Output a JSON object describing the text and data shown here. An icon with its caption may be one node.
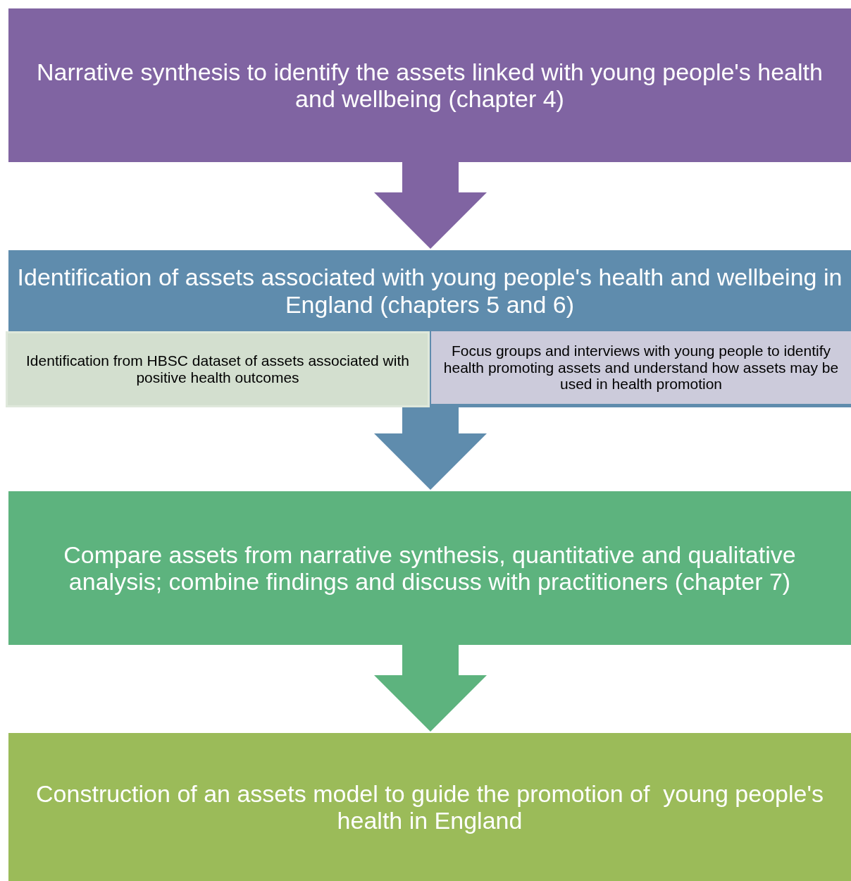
{
  "diagram": {
    "nodes": [
      {
        "text": [
          "Narrative synthesis to identify the assets linked with young people's health and wellbeing (chapter 4)"
        ]
      },
      {
        "text": [
          "Identification of assets associated with young people's health and wellbeing in England (chapters 5 and 6)"
        ]
      },
      {
        "text": [
          "Identification from HBSC dataset of assets associated with positive health outcomes"
        ],
        "in": 1
      },
      {
        "text": [
          "Focus groups and interviews with young people to identify health promoting assets and understand how assets may be used in health promotion"
        ],
        "in": 1
      },
      {
        "text": [
          "Compare assets from narrative synthesis, quantitative and qualitative analysis; combine findings and discuss with practitioners (chapter 7)"
        ]
      },
      {
        "text": [
          "Construction of an assets model to guide the promotion of  young people's health in England"
        ]
      }
    ],
    "edges": [
      {
        "from": 0,
        "to": 1,
        "arrow": "to"
      },
      {
        "from": 1,
        "to": 4,
        "arrow": "to"
      },
      {
        "from": 4,
        "to": 5,
        "arrow": "to"
      }
    ]
  }
}
